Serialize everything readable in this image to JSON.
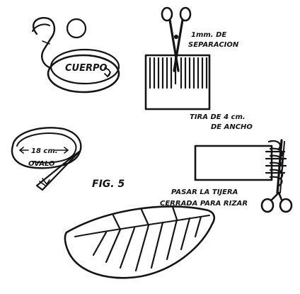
{
  "figure": {
    "fig_label": "FIG. 5",
    "body_label": "CUERPO",
    "gap_label_line1": "1mm. DE",
    "gap_label_line2": "SEPARACION",
    "strip_label_line1": "TIRA DE 4 cm.",
    "strip_label_line2": "DE ANCHO",
    "oval_size_label": "18 cm.",
    "oval_label": "OVALO",
    "scissors_label_line1": "PASAR LA TIJERA",
    "scissors_label_line2": "CERRADA PARA RIZAR"
  },
  "colors": {
    "ink": "#141414",
    "paper": "#ffffff",
    "shade": "#b9b9b9",
    "shade_dark": "#8f8f8f"
  },
  "icons": [
    "scissors-icon",
    "scissors-icon"
  ]
}
